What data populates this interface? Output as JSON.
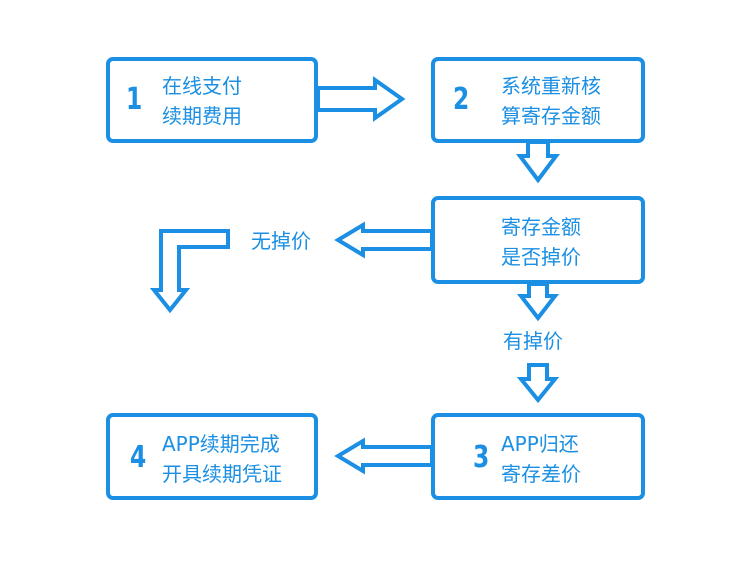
{
  "colors": {
    "accent": "#1a8fe3",
    "background": "#ffffff"
  },
  "steps": [
    {
      "num": "1",
      "line1": "在线支付",
      "line2": "续期费用"
    },
    {
      "num": "2",
      "line1": "系统重新核",
      "line2": "算寄存金额"
    },
    {
      "num": "",
      "line1": "寄存金额",
      "line2": "是否掉价"
    },
    {
      "num": "3",
      "line1": "APP归还",
      "line2": "寄存差价"
    },
    {
      "num": "4",
      "line1": "APP续期完成",
      "line2": "开具续期凭证"
    }
  ],
  "branches": {
    "no_drop": "无掉价",
    "has_drop": "有掉价"
  }
}
